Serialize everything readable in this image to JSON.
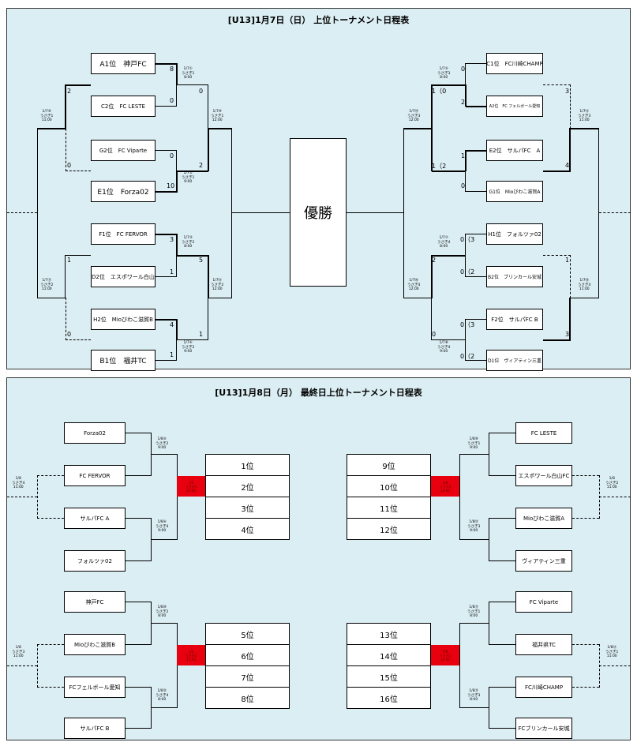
{
  "day1": {
    "title": "[U13]1月7日（日） 上位トーナメント日程表",
    "champion": "優勝",
    "teams": {
      "A1": "A1位　神戸FC",
      "C2": "C2位　FC LESTE",
      "G2": "G2位　FC Viparte",
      "E1": "E1位　Forza02",
      "F1": "F1位　FC FERVOR",
      "D2": "D2位　エスポワール白山",
      "H2": "H2位　Mioびわこ滋賀B",
      "B1": "B1位　福井TC",
      "C1": "C1位　FC川崎CHAMP",
      "A2": "A2位　FC フェルボール愛知",
      "E2": "E2位　サルパFC　A",
      "G1": "G1位　Mioびわこ滋賀A",
      "H1": "H1位　フォルツァ02",
      "B2": "B2位　ブリンカール安城",
      "F2": "F2位　サルパFC B",
      "D1": "D1位　ヴィアティン三重"
    },
    "matches": {
      "m1": "1/7①\nうさぎ1\n8:00",
      "m2": "1/7②\nうさぎ1\n9:00",
      "m3": "1/7③\nうさぎ2\n8:00",
      "m4": "1/7④\nうさぎ2\n9:00",
      "m5": "1/7⑤\nうさぎ3\n8:00",
      "m6": "1/7⑥\nうさぎ1\n11:00",
      "m7": "1/7⑦\nうさぎ4\n8:00",
      "m8": "1/7⑧\nうさぎ4\n9:00",
      "m9": "1/7⑨\nうさぎ1\n11:00",
      "m10": "1/7⑩\nうさぎ1\n12:00",
      "m11": "1/7⑪\nうさぎ2\n11:00",
      "m12": "1/7⑫\nうさぎ2\n12:00",
      "m13": "1/7⑬\nうさぎ3\n11:00",
      "m14": "1/7⑭\nうさぎ3\n12:00",
      "m15": "1/7⑮\nうさぎ4\n11:00",
      "m16": "1/7⑯\nうさぎ4\n12:00"
    },
    "scores": {
      "s_a1": "8",
      "s_c2": "0",
      "s_g2": "0",
      "s_e1": "10",
      "s_f1": "3",
      "s_d2": "1",
      "s_h2": "4",
      "s_b1": "1",
      "s_r1top": "0",
      "s_r1bot": "2",
      "s_r2top": "5",
      "s_r2bot": "1",
      "s_o1top": "2",
      "s_o1bot": "0",
      "s_o2top": "1",
      "s_o2bot": "0",
      "s_c1": "0",
      "s_a2": "2",
      "s_e2": "1",
      "s_g1": "0",
      "s_h1": "0（3",
      "s_b2": "0（2",
      "s_f2": "0（3",
      "s_d1": "0（2",
      "s_rr1top": "1（0",
      "s_rr1bot": "1（2",
      "s_rr2top": "2",
      "s_rr2bot": "0",
      "s_ro1top": "3",
      "s_ro1bot": "4",
      "s_ro2top": "1",
      "s_ro2bot": "3"
    }
  },
  "day2": {
    "title": "[U13]1月8日（月） 最終日上位トーナメント日程表",
    "teams_tl": [
      "Forza02",
      "FC FERVOR",
      "サルパFC A",
      "フォルツァ02"
    ],
    "teams_tr": [
      "FC LESTE",
      "エスポワール白山FC",
      "Mioびわこ滋賀A",
      "ヴィアティン三重"
    ],
    "teams_bl": [
      "神戸FC",
      "Mioびわこ滋賀B",
      "FCフェルボール愛知",
      "サルパFC B"
    ],
    "teams_br": [
      "FC Viparte",
      "福井県TC",
      "FC川崎CHAMP",
      "FCブリンカール安城"
    ],
    "ranks_tl": [
      "1位",
      "2位",
      "3位",
      "4位"
    ],
    "ranks_tr": [
      "9位",
      "10位",
      "11位",
      "12位"
    ],
    "ranks_bl": [
      "5位",
      "6位",
      "7位",
      "8位"
    ],
    "ranks_br": [
      "13位",
      "14位",
      "15位",
      "16位"
    ],
    "matches": {
      "tl1": "1/8⑤\nうさぎ2\n9:00",
      "tl2": "1/8⑥\nうさぎ4\n9:00",
      "tr1": "1/8⑨\nうさぎ1\n9:00",
      "tr2": "1/8⑫\nうさぎ3\n9:00",
      "bl1": "1/8⑩\nうさぎ2\n8:00",
      "bl2": "1/8②\nうさぎ4\n8:00",
      "br1": "1/8⑪\nうさぎ1\n8:00",
      "br2": "1/8⑪\nうさぎ3\n8:00",
      "tl_out": "1/8\nうさぎ4\n11:00",
      "tr_out": "1/8\nうさぎ2\n11:00",
      "bl_out": "1/8\nうさぎ3\n11:00",
      "br_out": "1/8⑬\nうさぎ1\n11:00",
      "tl_red": "1/8\nうさぎ4\n12:00",
      "tr_red": "1/8\nうさぎ3\n12:00",
      "bl_red": "1/8\nうさぎ2\n12:00",
      "br_red": "1/8\nうさぎ1\n12:00"
    }
  },
  "colors": {
    "panel": "#dbeef4",
    "accent_red": "#e8000e",
    "line": "#000000"
  }
}
